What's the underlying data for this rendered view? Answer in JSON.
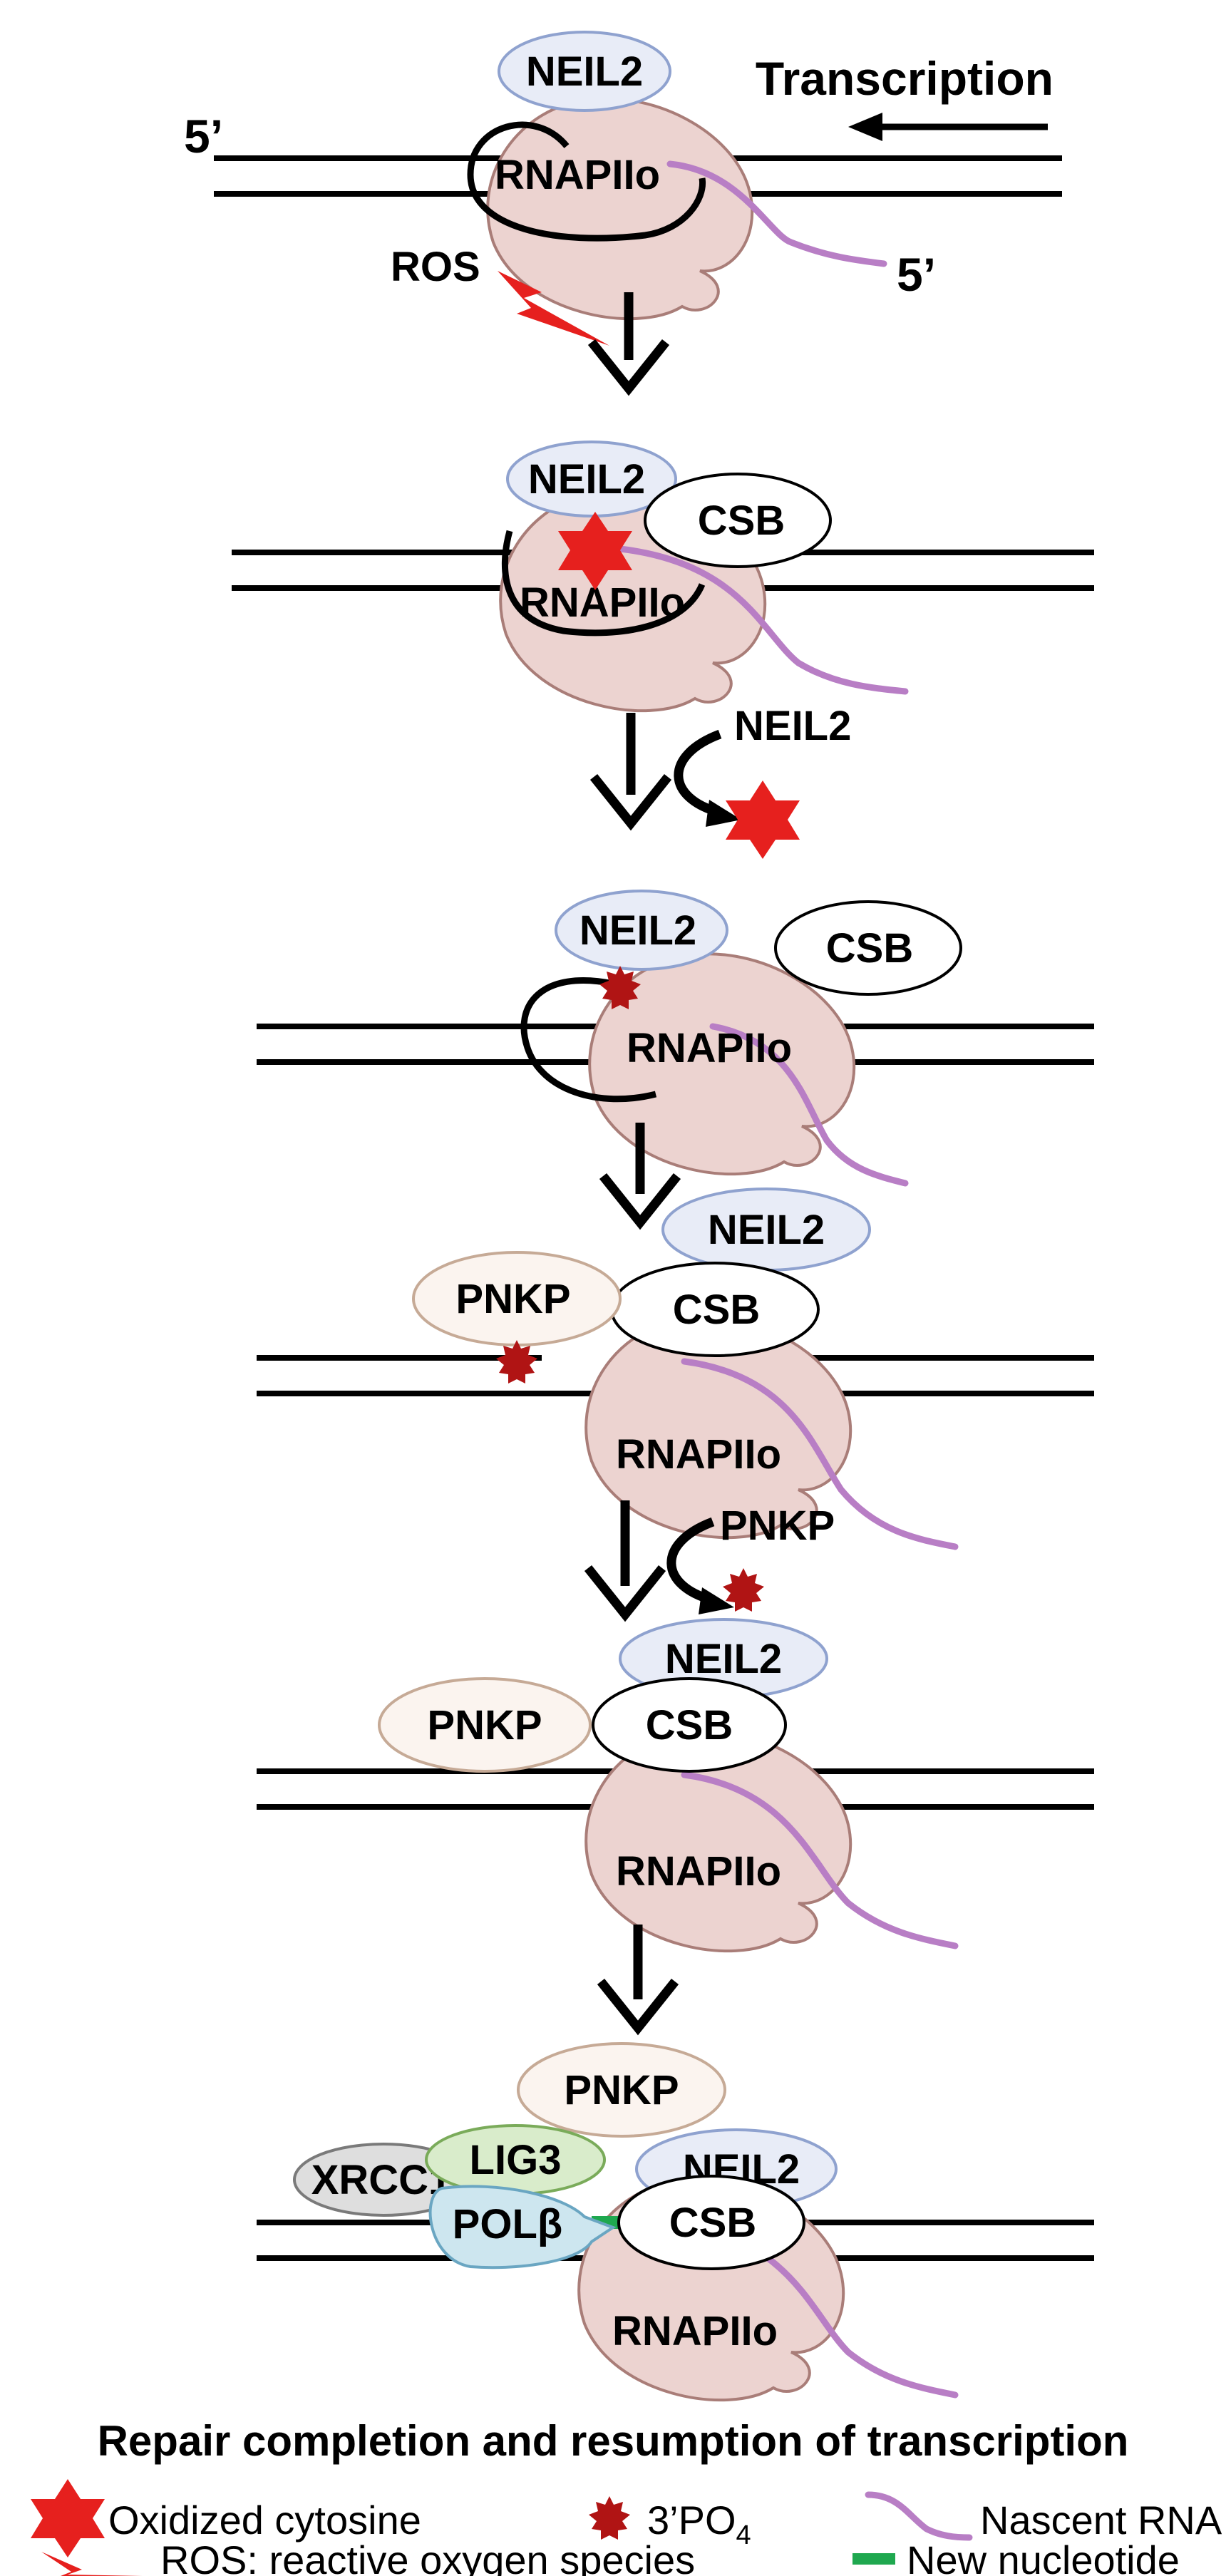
{
  "labels": {
    "transcription": "Transcription",
    "five_prime_dna": "5’",
    "five_prime_rna": "5’",
    "ros": "ROS",
    "neil2": "NEIL2",
    "csb": "CSB",
    "rnapii": "RNAPIIo",
    "pnkp": "PNKP",
    "lig3": "LIG3",
    "xrcc1": "XRCC1",
    "polb": "POLβ"
  },
  "steps": {
    "neil2_excision_label": "NEIL2",
    "pnkp_removal_label": "PNKP"
  },
  "caption": "Repair completion  and resumption of transcription",
  "legend": {
    "oxidized_cytosine": "Oxidized cytosine",
    "three_po4_main": "3’PO",
    "three_po4_sub": "4",
    "nascent_rna": "Nascent RNA",
    "ros": "ROS: reactive oxygen species",
    "new_nucleotide": "New nucleotide"
  },
  "colors": {
    "neil2_fill": "#e8ecf7",
    "neil2_stroke": "#8fa2cf",
    "rnap_fill": "#ecd3d0",
    "rnap_stroke": "#a97d78",
    "rna": "#b87ec5",
    "damage": "#e6201e",
    "phosphate": "#b01414",
    "pnkp_fill": "#fbf4ef",
    "pnkp_stroke": "#c6aa96",
    "lig3_fill": "#d9eccb",
    "lig3_stroke": "#7aab5a",
    "xrcc1_fill": "#dedede",
    "xrcc1_stroke": "#7a7a7a",
    "polb_fill": "#cde6ef",
    "polb_stroke": "#6aa6c2",
    "new_nucleotide": "#1fa84f"
  }
}
